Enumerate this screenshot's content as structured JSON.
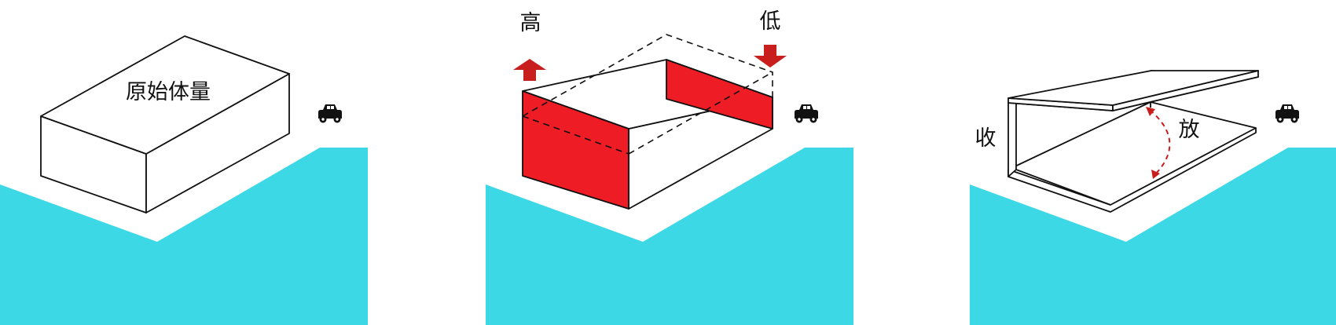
{
  "colors": {
    "ground": "#3dd8e5",
    "accent_red": "#ee1c25",
    "arrow_red": "#c81e1e",
    "line": "#111111",
    "background": "#ffffff"
  },
  "panels": [
    {
      "label_main": "原始体量"
    },
    {
      "label_high": "高",
      "label_low": "低"
    },
    {
      "label_close": "收",
      "label_open": "放"
    }
  ]
}
